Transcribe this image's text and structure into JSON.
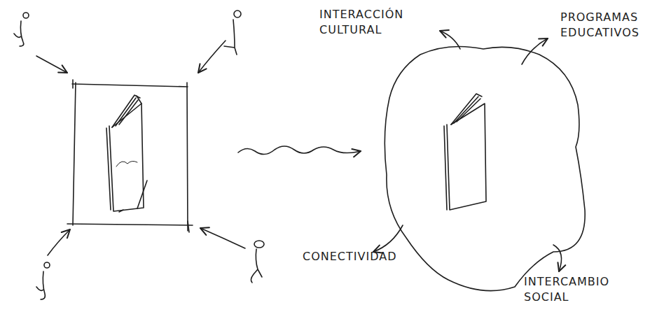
{
  "diagram": {
    "labels": [
      "INTERACCIÓN CULTURAL",
      "PROGRAMAS EDUCATIVOS",
      "CONECTIVIDAD",
      "INTERCAMBIO SOCIAL"
    ]
  }
}
